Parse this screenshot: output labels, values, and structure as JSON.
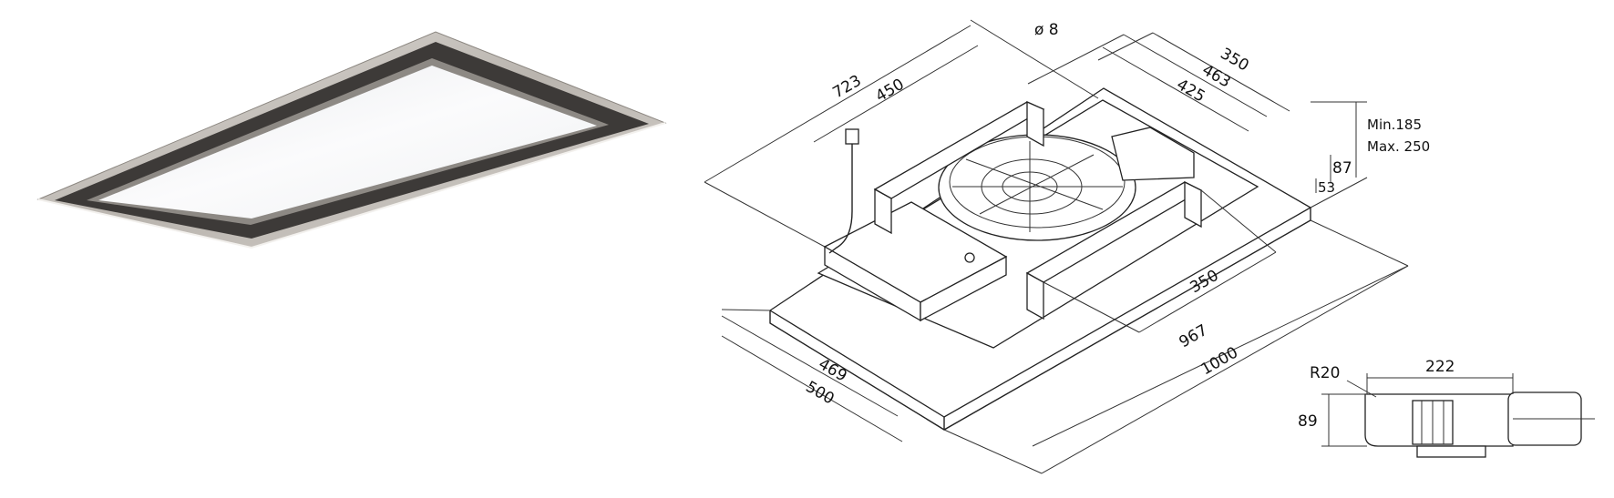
{
  "dimensions": {
    "hole_diameter": "ø 8",
    "depth_723": "723",
    "depth_450": "450",
    "top_350": "350",
    "top_463": "463",
    "top_425": "425",
    "height_min": "Min.185",
    "height_max": "Max. 250",
    "height_87": "87",
    "height_53": "53",
    "rail_350": "350",
    "length_967": "967",
    "length_1000": "1000",
    "width_469": "469",
    "width_500": "500",
    "side_222": "222",
    "side_r20": "R20",
    "side_89": "89"
  },
  "colors": {
    "frame_dark": "#3d3a38",
    "frame_light": "#c9c5c0",
    "glass": "#f2f3f5",
    "line": "#222222"
  }
}
